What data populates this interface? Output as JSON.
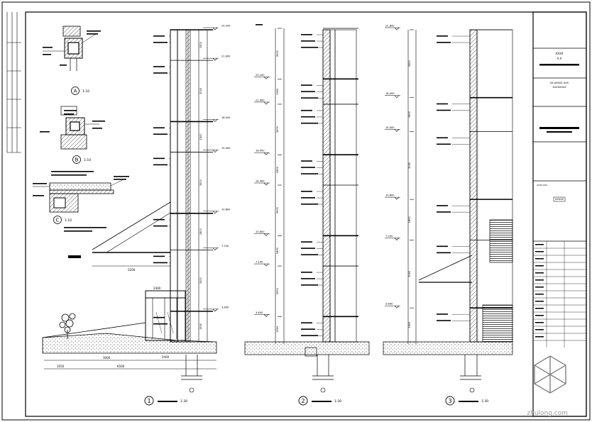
{
  "sheet": {
    "title_block": {
      "company_a": "XXXX",
      "company_b": "A  A",
      "project": "XX-XXXXX XXX",
      "project_b": "XXXXXXXX",
      "drawing_name": "XXXXX",
      "drawing_no": "XXXX-XXX"
    }
  },
  "details": [
    {
      "id": "A",
      "scale": "1:10"
    },
    {
      "id": "B",
      "scale": "1:10"
    },
    {
      "id": "C",
      "scale": "1:10"
    }
  ],
  "sections": [
    {
      "id": "1",
      "scale": "1:30"
    },
    {
      "id": "2",
      "scale": "1:30"
    },
    {
      "id": "3",
      "scale": "1:30"
    }
  ],
  "dims": {
    "s1_bottom": [
      "1050",
      "3000",
      "6500"
    ],
    "s1_top": [
      "2400",
      "2400"
    ],
    "s1_canopy": "5200",
    "s1_heights": [
      "1500",
      "3000",
      "1800",
      "3000",
      "1500",
      "3000",
      "1500"
    ],
    "s2_heights": [
      "1500",
      "3000",
      "1800",
      "3000",
      "1800",
      "3000",
      "1500",
      "3000"
    ],
    "s3_heights": [
      "1500",
      "3000",
      "1800",
      "3000",
      "1500",
      "3000"
    ],
    "elevations": [
      "3.600",
      "7.200",
      "10.800",
      "14.400",
      "18.000",
      "21.600",
      "25.200"
    ]
  },
  "watermark": "zhulong.com",
  "colors": {
    "line": "#000000",
    "paper": "#ffffff",
    "hatch": "#333333"
  }
}
